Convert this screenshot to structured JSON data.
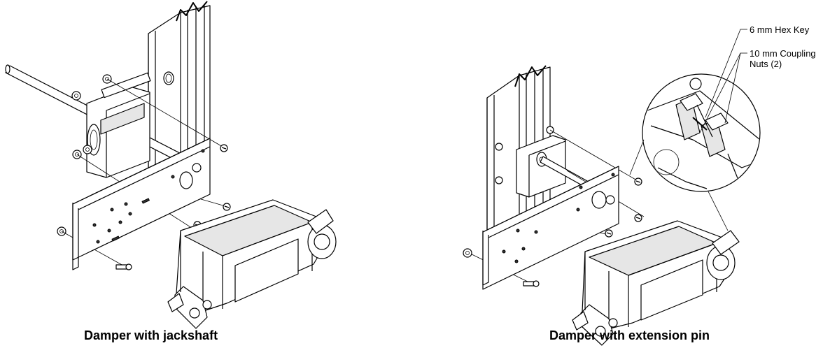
{
  "figure": {
    "left_caption": "Damper with jackshaft",
    "right_caption": "Damper with extension pin",
    "callouts": {
      "hex_key": "6 mm Hex Key",
      "coupling_nuts_line1": "10 mm Coupling",
      "coupling_nuts_line2": "Nuts (2)"
    }
  }
}
